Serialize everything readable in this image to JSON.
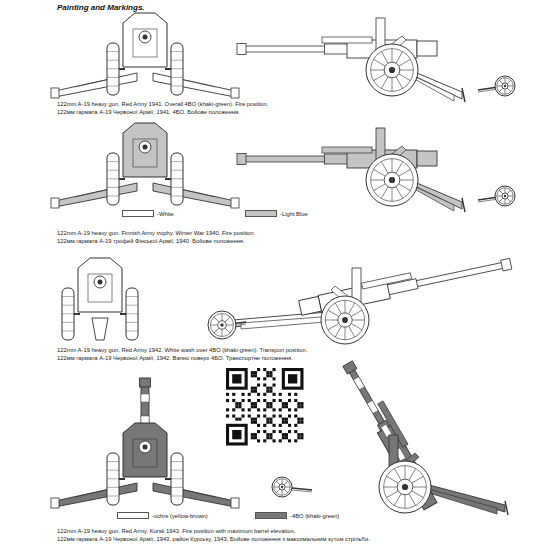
{
  "diagram": {
    "title": "Painting and Markings.",
    "labels": [
      "122mm A-19 heavy gun. Red Army 1941. Overall 4BO (khaki-green). Fire position.",
      "122мм гармата А-19 Червоної Армії, 1941. 4БО. Бойове положення.",
      "122mm A-19 heavy gun. Finnish Army trophy. Winter War 1940. Fire position.",
      "122мм гармата А-19 трофей Фінської Армії, 1940. Бойове положення.",
      "122mm A-19 heavy gun. Red Army 1942. White wash over 4BO (khaki-green). Transport position.",
      "122мм гармата А-19 Червоної Армії, 1942. Вапно поверх 4БО. Транспортне положення.",
      "122mm A-19 heavy gun. Red Army. Kursk 1943. Fire position with maximum barrel elevation.",
      "122мм гармата А-19 Червоної Армії, 1943, район Курську, 1943. Бойове положення з максимальним кутом стрільби."
    ],
    "legend": [
      {
        "text": "-White",
        "color": "#ffffff"
      },
      {
        "text": "-Light Blue",
        "color": "#c4c4c4"
      },
      {
        "text": "-ochre (yellow-brown)",
        "color": "#ffffff"
      },
      {
        "text": "-4BO (khaki-green)",
        "color": "#777777"
      }
    ]
  }
}
